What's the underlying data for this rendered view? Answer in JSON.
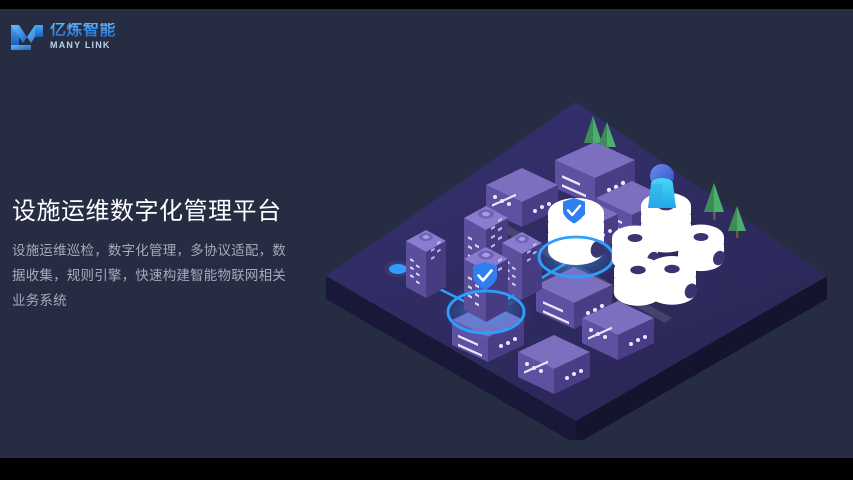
{
  "page": {
    "background_color": "#262c42",
    "letterbox_color": "#000000"
  },
  "brand": {
    "mark_icon": "manylink-m-logo-icon",
    "name_cn": "亿炼智能",
    "name_en": "MANY LINK",
    "accent_color": "#2f9fff",
    "text_gradient_from": "#5fb7ff",
    "text_gradient_to": "#1a63c8"
  },
  "hero": {
    "title": "设施运维数字化管理平台",
    "title_color": "#ffffff",
    "subtitle": "设施运维巡检，数字化管理，多协议适配，数据收集，规则引擎，快速构建智能物联网相关业务系统",
    "subtitle_color": "#a5abbd"
  },
  "illustration": {
    "name": "isometric-smart-facility-platform",
    "platform_top_color": "#2f2c5e",
    "platform_side_color": "#1b1a40",
    "platform_edge_color": "#3a3570",
    "road_color": "#4a4766",
    "building_color": "#6b5fae",
    "building_dark_color": "#4a3f86",
    "server_color": "#6b5fae",
    "server_dark_color": "#473c80",
    "database_color": "#ffffff",
    "database_shade_color": "#c8c2e8",
    "tree_color": "#4caf6e",
    "tree_dark_color": "#3b8c57",
    "person_color": "#29c8f0",
    "person_head_color": "#3f6ee0",
    "link_color": "#2f9fff",
    "shield_color": "#2f7ff0",
    "counts": {
      "buildings": 4,
      "servers": 8,
      "databases": 6,
      "trees": 4,
      "people": 1,
      "highlight_nodes": 2,
      "shield_badges": 2
    }
  }
}
